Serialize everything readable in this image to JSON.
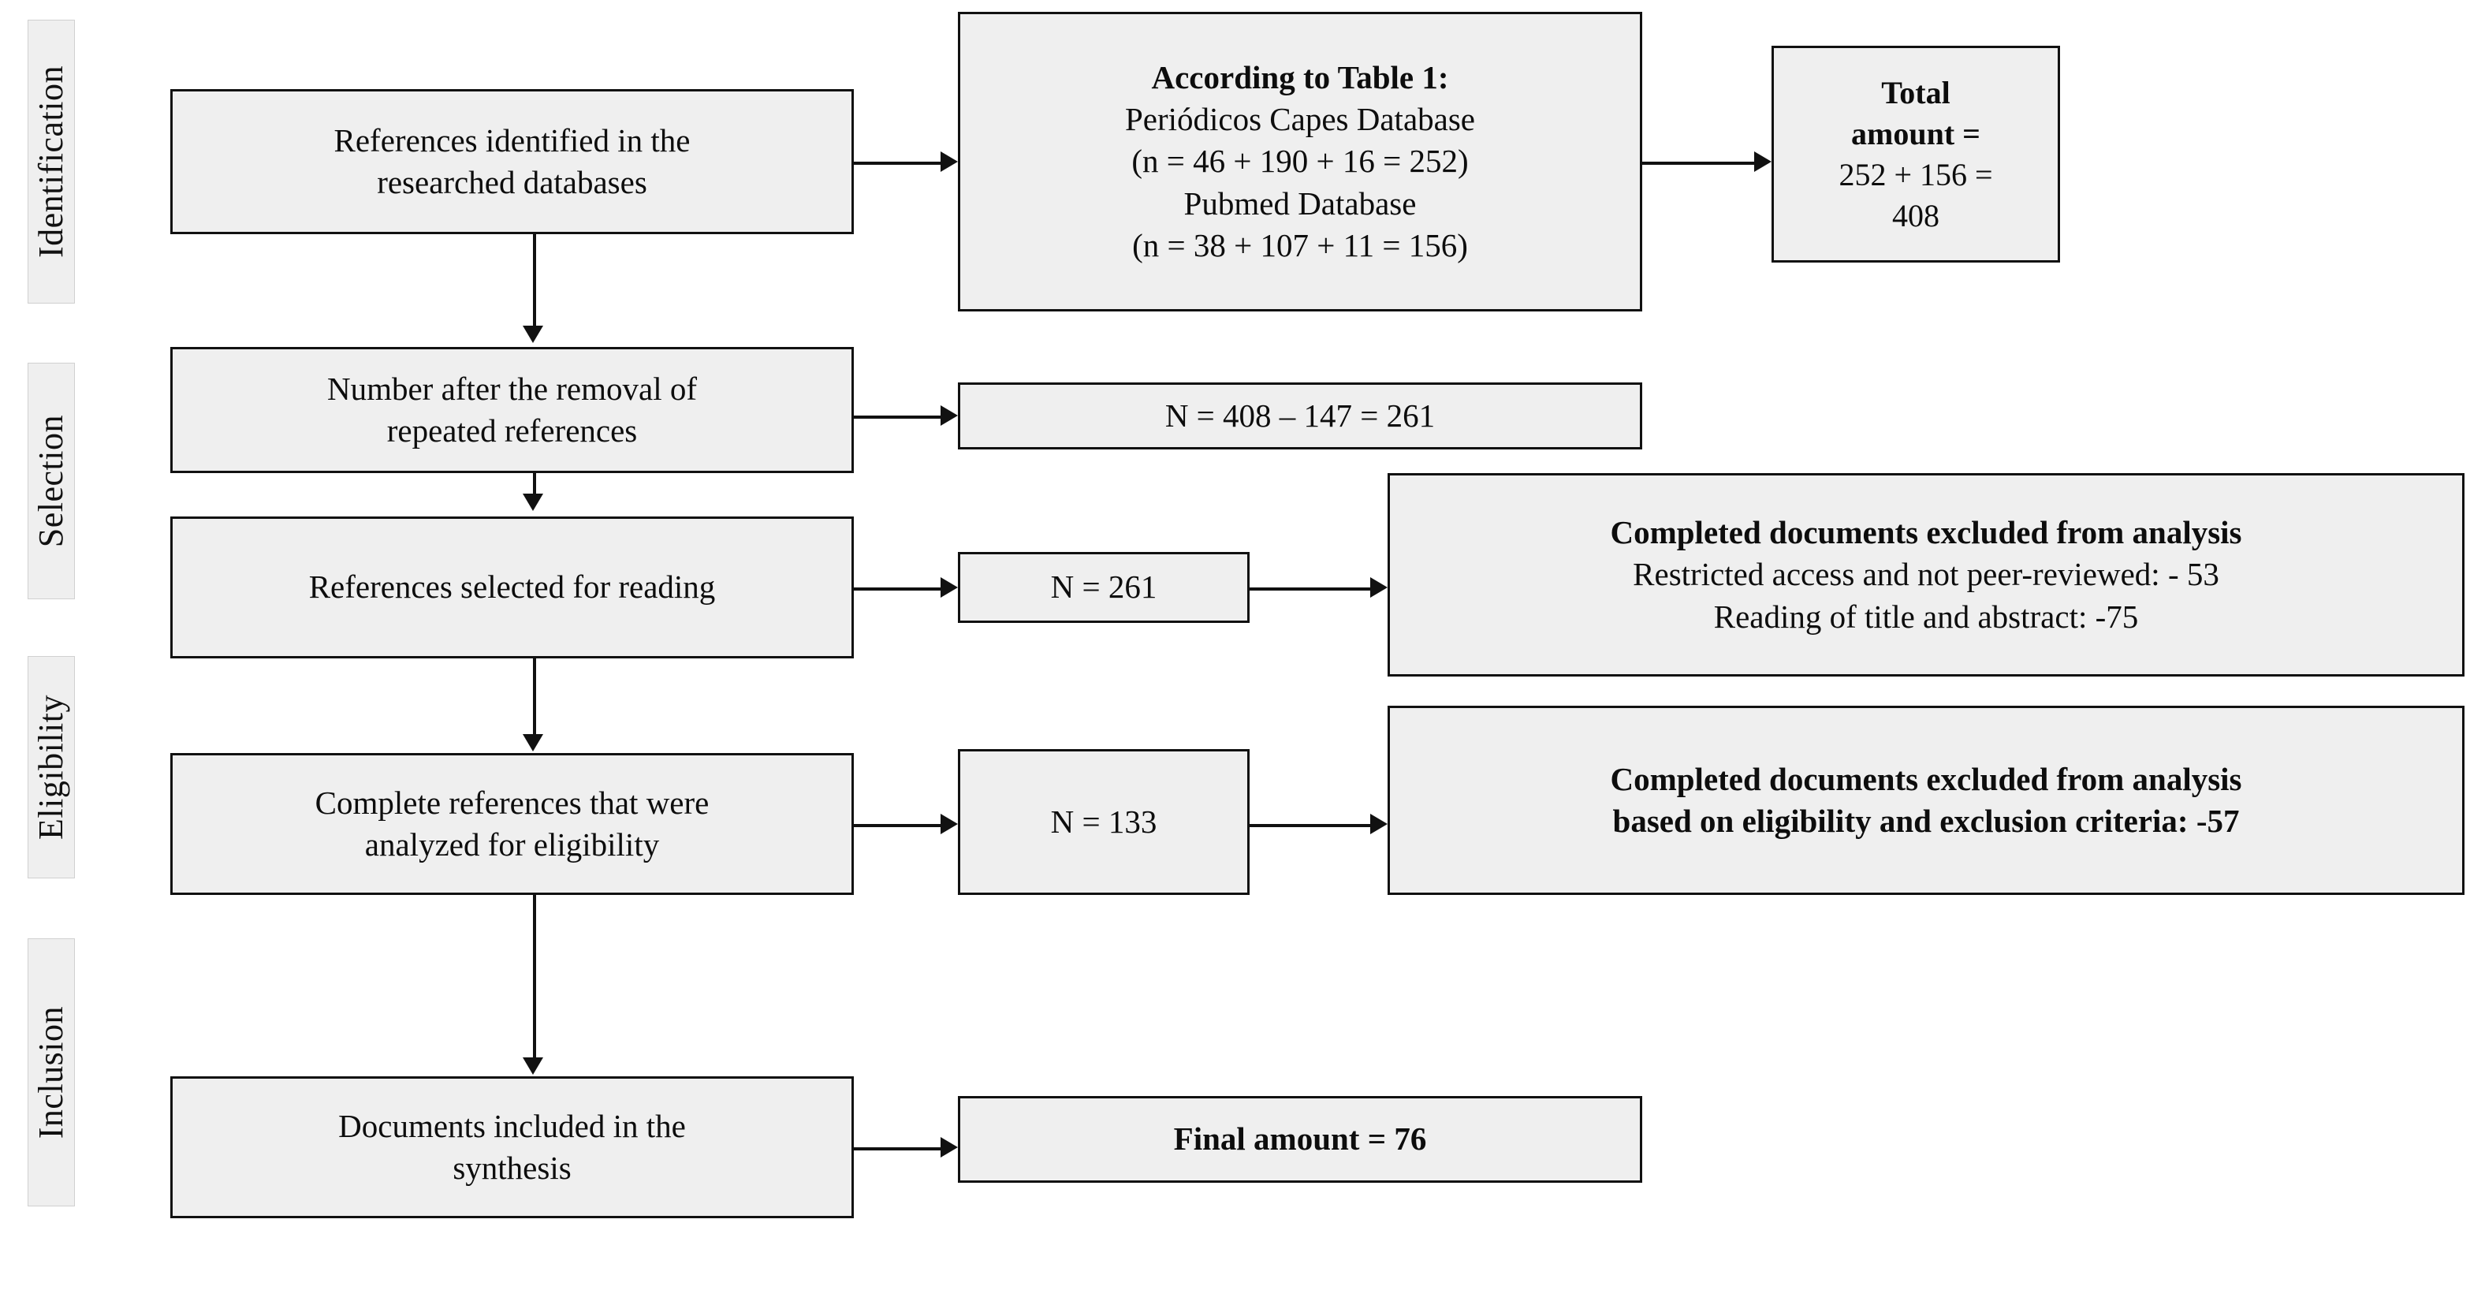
{
  "diagram": {
    "title": "PRISMA flow diagram of reference identification, selection, eligibility and inclusion",
    "colors": {
      "box_fill": "#efefef",
      "box_border": "#111111",
      "label_fill": "#efefef",
      "label_border": "#d0d0d0",
      "page_background": "#ffffff",
      "text": "#0d0d0d"
    }
  },
  "phases": [
    {
      "id": "identification",
      "label": "Identification"
    },
    {
      "id": "selection",
      "label": "Selection"
    },
    {
      "id": "eligibility",
      "label": "Eligibility"
    },
    {
      "id": "inclusion",
      "label": "Inclusion"
    }
  ],
  "nodes": {
    "references_identified": {
      "line1": "References identified in the",
      "line2": "researched databases"
    },
    "according_to_table": {
      "line1": "According to Table 1:",
      "line2": "Periódicos Capes Database",
      "line3": "(n = 46 + 190 + 16 = 252)",
      "line4": "Pubmed Database",
      "line5": "(n = 38 + 107 + 11 = 156)"
    },
    "total_amount": {
      "line1": "Total",
      "line2": "amount =",
      "line3": "252 + 156 =",
      "line4": "408"
    },
    "after_removal": {
      "line1": "Number after the removal of",
      "line2": "repeated references"
    },
    "after_removal_count": {
      "line1": "N = 408 – 147 = 261"
    },
    "selected_for_reading": {
      "line1": "References selected for reading"
    },
    "selected_count": {
      "line1": "N = 261"
    },
    "excluded_selection": {
      "line1": "Completed documents excluded from analysis",
      "line2": "Restricted access and not peer-reviewed: - 53",
      "line3": "Reading of title and abstract: -75"
    },
    "analyzed_eligibility": {
      "line1": "Complete references that were",
      "line2": "analyzed for eligibility"
    },
    "eligibility_count": {
      "line1": "N = 133"
    },
    "excluded_eligibility": {
      "line1": "Completed documents excluded from analysis",
      "line2": "based on eligibility and exclusion criteria: -57"
    },
    "included_synthesis": {
      "line1": "Documents included in the",
      "line2": "synthesis"
    },
    "final_amount": {
      "line1": "Final amount = 76"
    }
  },
  "chart_data": {
    "type": "diagram",
    "title": "PRISMA flow diagram",
    "stages": [
      {
        "phase": "Identification",
        "items": [
          {
            "label": "References identified in the researched databases",
            "n": null
          },
          {
            "label": "Periódicos Capes Database",
            "n": 252,
            "breakdown": [
              46,
              190,
              16
            ]
          },
          {
            "label": "Pubmed Database",
            "n": 156,
            "breakdown": [
              38,
              107,
              11
            ]
          },
          {
            "label": "Total amount",
            "n": 408,
            "breakdown": [
              252,
              156
            ]
          }
        ]
      },
      {
        "phase": "Selection",
        "items": [
          {
            "label": "Number after the removal of repeated references",
            "n": 261,
            "removed": 147,
            "from": 408
          },
          {
            "label": "References selected for reading",
            "n": 261
          },
          {
            "label": "Restricted access and not peer-reviewed",
            "n": -53
          },
          {
            "label": "Reading of title and abstract",
            "n": -75
          }
        ]
      },
      {
        "phase": "Eligibility",
        "items": [
          {
            "label": "Complete references that were analyzed for eligibility",
            "n": 133
          },
          {
            "label": "Excluded based on eligibility and exclusion criteria",
            "n": -57
          }
        ]
      },
      {
        "phase": "Inclusion",
        "items": [
          {
            "label": "Documents included in the synthesis",
            "n": 76
          }
        ]
      }
    ]
  }
}
